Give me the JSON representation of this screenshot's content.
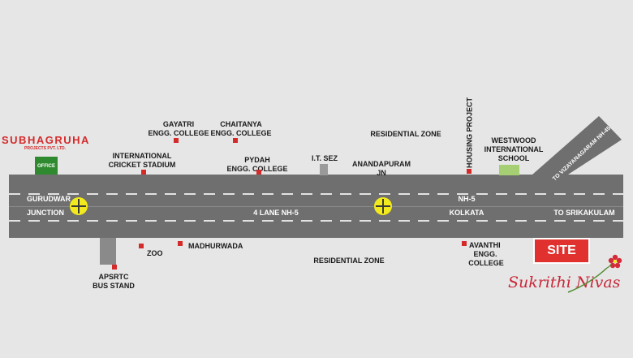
{
  "brand": {
    "name": "SUBHAGRUHA",
    "sub": "PROJECTS PVT. LTD.",
    "office": "OFFICE"
  },
  "road": {
    "nh5_center": "4 LANE NH-5",
    "nh5_kolkata_1": "NH-5",
    "nh5_kolkata_2": "KOLKATA",
    "to_srikakulam": "TO SRIKAKULAM",
    "vizianagaram": "TO VIZAYANAGARAM NH-45"
  },
  "junctions": {
    "gurudwar_1": "GURUDWAR",
    "gurudwar_2": "JUNCTION"
  },
  "landmarks": {
    "gayatri_1": "GAYATRI",
    "gayatri_2": "ENGG. COLLEGE",
    "chaitanya_1": "CHAITANYA",
    "chaitanya_2": "ENGG. COLLEGE",
    "stadium_1": "INTERNATIONAL",
    "stadium_2": "CRICKET STADIUM",
    "pydah_1": "PYDAH",
    "pydah_2": "ENGG. COLLEGE",
    "itsez": "I.T. SEZ",
    "anandapuram_1": "ANANDAPURAM",
    "anandapuram_2": "JN",
    "residential_top": "RESIDENTIAL ZONE",
    "housing": "HOUSING PROJECT",
    "westwood_1": "WESTWOOD",
    "westwood_2": "INTERNATIONAL",
    "westwood_3": "SCHOOL",
    "apsrtc_1": "APSRTC",
    "apsrtc_2": "BUS STAND",
    "zoo": "ZOO",
    "madhurwada": "MADHURWADA",
    "residential_bottom": "RESIDENTIAL ZONE",
    "avanthi_1": "AVANTHI",
    "avanthi_2": "ENGG.",
    "avanthi_3": "COLLEGE"
  },
  "site": {
    "label": "SITE",
    "name": "Sukrithi Nivas"
  },
  "colors": {
    "background": "#e6e6e6",
    "road": "#6f6f6f",
    "marker": "#d42a2a",
    "junction": "#f2ea1c",
    "brand": "#d42a2a",
    "office": "#2f8a2f",
    "school": "#a6cf73",
    "site": "#e0312f"
  }
}
